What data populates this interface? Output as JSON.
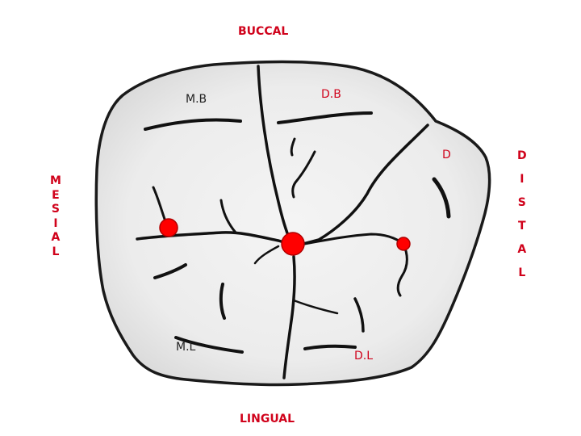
{
  "labels": {
    "buccal": "BUCCAL",
    "lingual": "LINGUAL",
    "mesial": [
      "M",
      "E",
      "S",
      "I",
      "A",
      "L"
    ],
    "distal": [
      "D",
      "I",
      "S",
      "T",
      "A",
      "L"
    ],
    "mesio_buccal": "M.B",
    "disto_buccal": "D.B",
    "distal_cusp": "D",
    "mesio_lingual": "M.L",
    "disto_lingual": "D.L"
  },
  "colors": {
    "label_red": "#d0021b",
    "marker_red": "#ff0000",
    "groove": "#111111",
    "crown_fill": "#ececec",
    "outline": "#1a1a1a"
  }
}
